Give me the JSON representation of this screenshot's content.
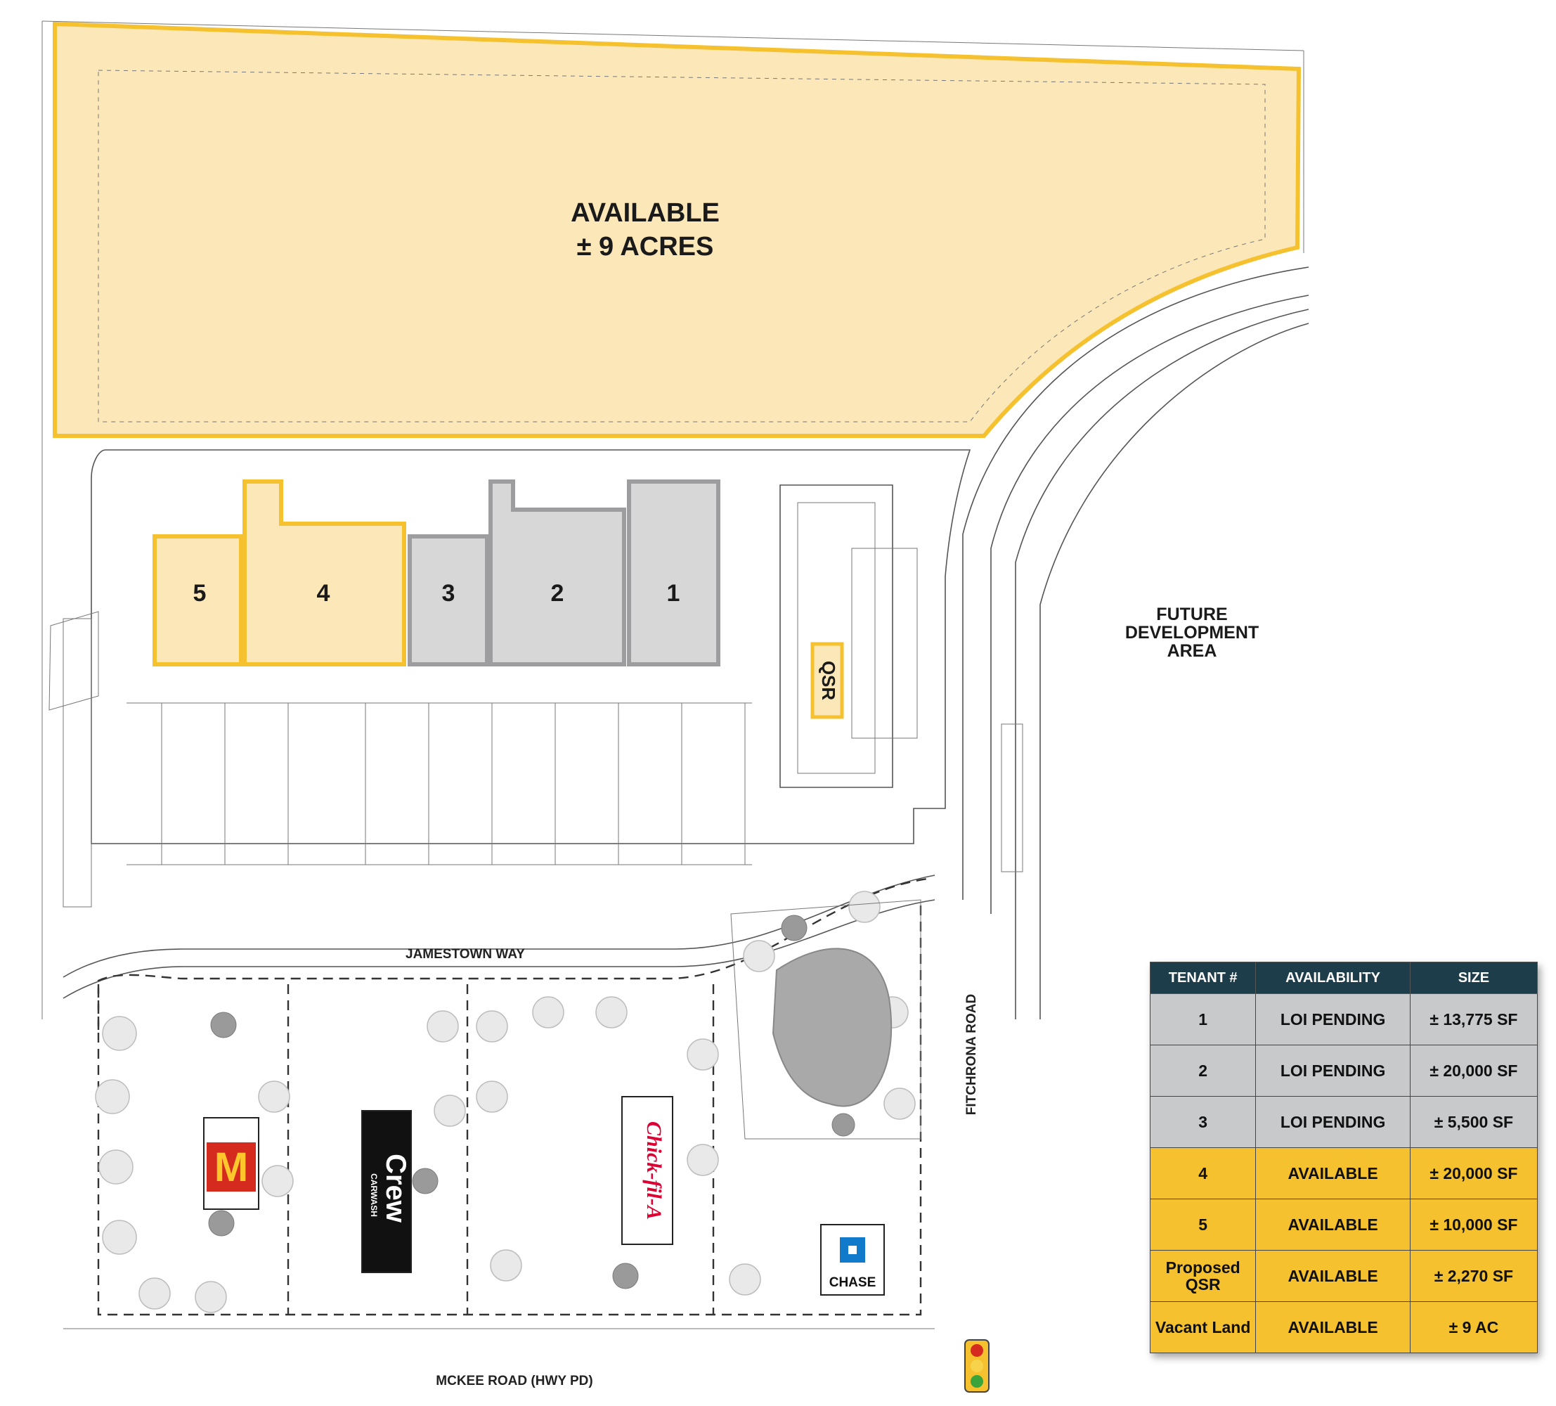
{
  "parcel": {
    "line1": "AVAILABLE",
    "line2": "± 9 ACRES"
  },
  "future_area": {
    "line1": "FUTURE",
    "line2": "DEVELOPMENT",
    "line3": "AREA"
  },
  "buildings": {
    "u5": "5",
    "u4": "4",
    "u3": "3",
    "u2": "2",
    "u1": "1",
    "qsr": "QSR"
  },
  "roads": {
    "jamestown": "JAMESTOWN WAY",
    "mckee": "MCKEE ROAD (HWY PD)",
    "fitchrona": "FITCHRONA ROAD"
  },
  "tenant_logos": {
    "crew_main": "Crew",
    "crew_sub": "CARWASH",
    "chick": "Chick-fil-A",
    "chase": "CHASE"
  },
  "table": {
    "headers": [
      "TENANT #",
      "AVAILABILITY",
      "SIZE"
    ],
    "rows": [
      {
        "tenant": "1",
        "availability": "LOI PENDING",
        "size": "± 13,775 SF",
        "status": "gray"
      },
      {
        "tenant": "2",
        "availability": "LOI PENDING",
        "size": "± 20,000 SF",
        "status": "gray"
      },
      {
        "tenant": "3",
        "availability": "LOI PENDING",
        "size": "± 5,500 SF",
        "status": "gray"
      },
      {
        "tenant": "4",
        "availability": "AVAILABLE",
        "size": "± 20,000 SF",
        "status": "gold"
      },
      {
        "tenant": "5",
        "availability": "AVAILABLE",
        "size": "± 10,000 SF",
        "status": "gold"
      },
      {
        "tenant": "Proposed QSR",
        "availability": "AVAILABLE",
        "size": "± 2,270 SF",
        "status": "gold"
      },
      {
        "tenant": "Vacant Land",
        "availability": "AVAILABLE",
        "size": "± 9 AC",
        "status": "gold"
      }
    ]
  },
  "colors": {
    "gold": "#f5c12e",
    "gold_fill": "#fbe7b8",
    "gray": "#c8c9cb",
    "header": "#1e3d4a"
  }
}
